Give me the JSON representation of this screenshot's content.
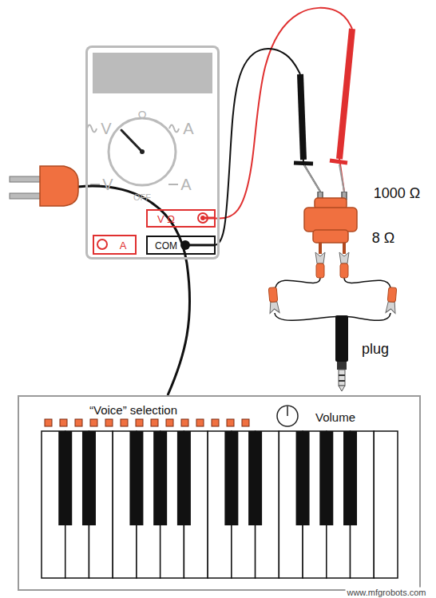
{
  "diagram": {
    "nodes": [
      {
        "text": [
          "V",
          "Ω",
          "A",
          "V",
          "A",
          "OFF"
        ]
      },
      {
        "text": [
          "V Ω"
        ],
        "in": 0
      },
      {
        "text": [
          "A"
        ],
        "in": 0
      },
      {
        "text": [
          "COM"
        ],
        "in": 0
      },
      {
        "text": [
          "1000 Ω",
          "8 Ω"
        ]
      },
      {
        "text": [
          "“Voice” selection",
          "Volume"
        ]
      }
    ],
    "edges": [
      {
        "from": 1,
        "to": 4,
        "arrow": "none"
      },
      {
        "from": 3,
        "to": 4,
        "arrow": "none"
      }
    ],
    "labels": [
      "plug",
      "www.mfgrobots.com"
    ]
  }
}
